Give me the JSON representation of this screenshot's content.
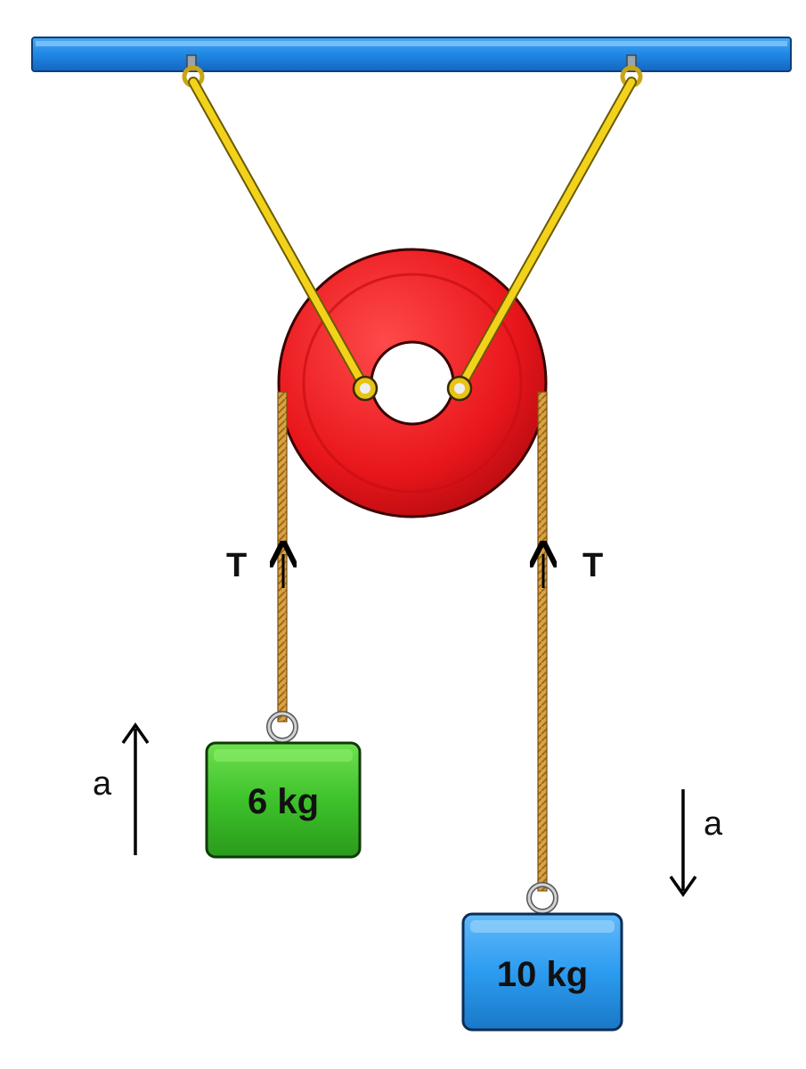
{
  "colors": {
    "beam": "#1e88e5",
    "pulley": "#e8161b",
    "support_rod": "#f2d21b",
    "rope": "#d9a341",
    "left_block": "#3ec22b",
    "right_block": "#2c9cf0",
    "arrow": "#000000"
  },
  "tension_labels": {
    "left": "T",
    "right": "T"
  },
  "acceleration_labels": {
    "left": "a",
    "right": "a"
  },
  "blocks": {
    "left": {
      "label": "6 kg"
    },
    "right": {
      "label": "10 kg"
    }
  }
}
